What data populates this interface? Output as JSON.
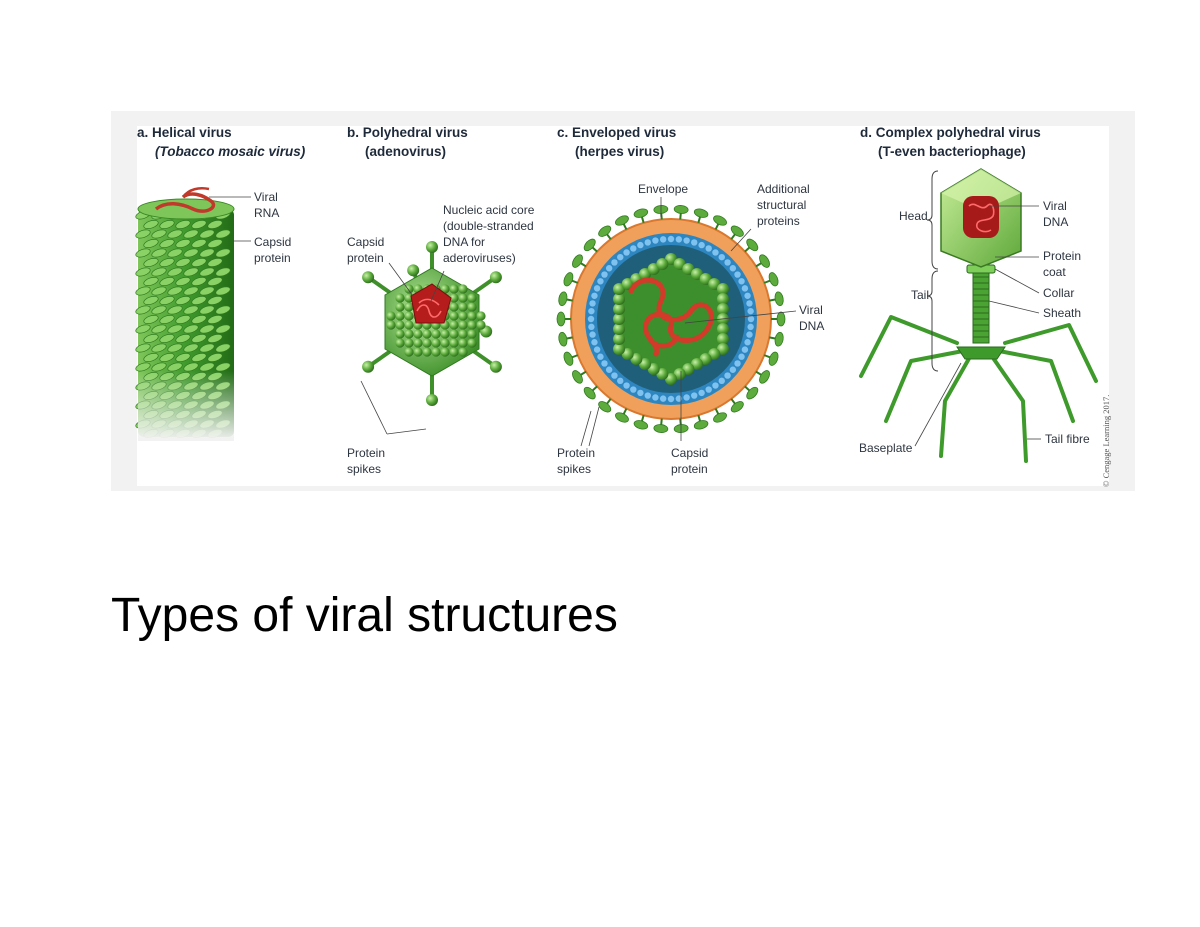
{
  "panels": [
    {
      "letter": "a.",
      "title": "Helical virus",
      "subtitle": "(Tobacco mosaic virus)",
      "labels": {
        "viral_rna": "Viral\nRNA",
        "capsid_protein": "Capsid\nprotein"
      }
    },
    {
      "letter": "b.",
      "title": "Polyhedral virus",
      "subtitle": "(adenovirus)",
      "labels": {
        "nucleic_acid_core": "Nucleic acid core\n(double-stranded\nDNA for\naderoviruses)",
        "capsid_protein": "Capsid\nprotein",
        "protein_spikes": "Protein\nspikes"
      }
    },
    {
      "letter": "c.",
      "title": "Enveloped virus",
      "subtitle": "(herpes virus)",
      "labels": {
        "envelope": "Envelope",
        "additional_proteins": "Additional\nstructural\nproteins",
        "viral_dna": "Viral\nDNA",
        "protein_spikes": "Protein\nspikes",
        "capsid_protein": "Capsid\nprotein"
      }
    },
    {
      "letter": "d.",
      "title": "Complex polyhedral virus",
      "subtitle": "(T-even bacteriophage)",
      "labels": {
        "head": "Head",
        "tail": "Tail",
        "viral_dna": "Viral\nDNA",
        "protein_coat": "Protein\ncoat",
        "collar": "Collar",
        "sheath": "Sheath",
        "baseplate": "Baseplate",
        "tail_fibre": "Tail fibre"
      }
    }
  ],
  "credit": "© Cengage Learning 2017.",
  "caption": "Types of viral structures",
  "colors": {
    "capsid_green": "#5cab3c",
    "nucleic_red": "#c0392b",
    "envelope_orange": "#f0a05a",
    "envelope_blue": "#2e86c1"
  }
}
